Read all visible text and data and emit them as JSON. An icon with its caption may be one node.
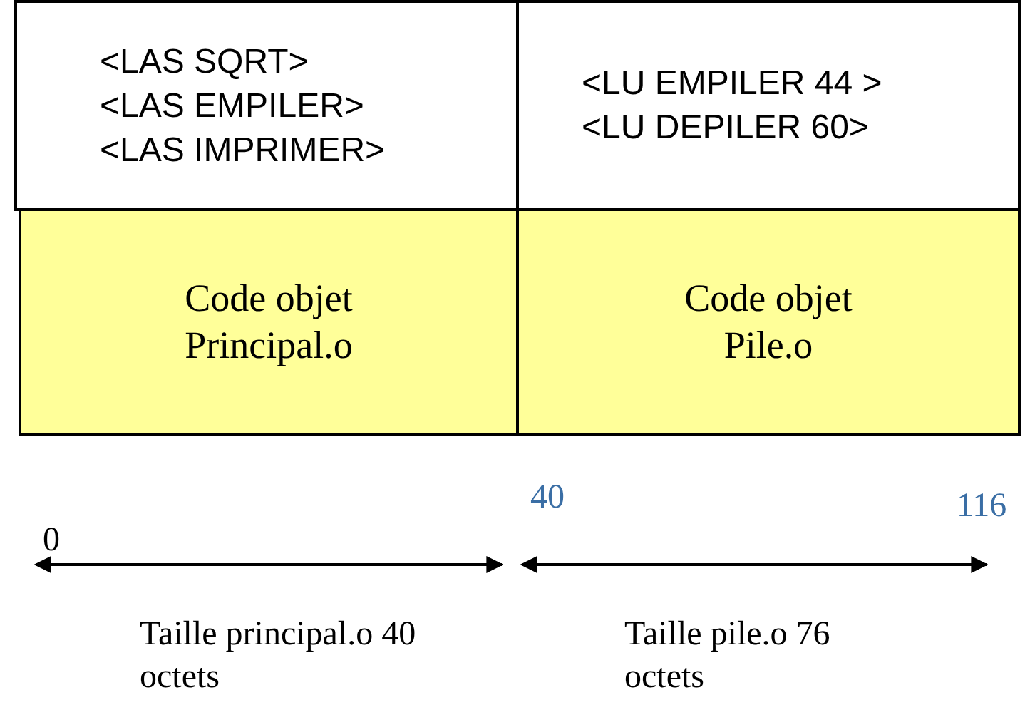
{
  "diagram": {
    "nodes": [
      {
        "text": [
          "<LAS SQRT>",
          "<LAS EMPILER>",
          "<LAS IMPRIMER>"
        ]
      },
      {
        "text": [
          "<LU EMPILER 44 >",
          "<LU DEPILER 60>"
        ]
      },
      {
        "text": [
          "Code objet Principal.o"
        ]
      },
      {
        "text": [
          "Code objet Pile.o"
        ]
      }
    ],
    "labels": [
      "40",
      "116",
      "0",
      "Taille principal.o 40 octets",
      "Taille pile.o 76 octets"
    ]
  }
}
